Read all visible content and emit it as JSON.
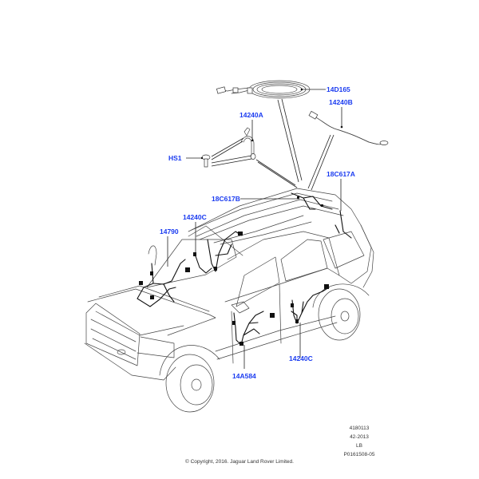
{
  "diagram": {
    "title": "Wiring harness - roof and door (Freelander 2)",
    "callouts": [
      {
        "id": "14D165",
        "label": "14D165"
      },
      {
        "id": "14240B",
        "label": "14240B"
      },
      {
        "id": "14240A",
        "label": "14240A"
      },
      {
        "id": "HS1",
        "label": "HS1"
      },
      {
        "id": "18C617A",
        "label": "18C617A"
      },
      {
        "id": "18C617B",
        "label": "18C617B"
      },
      {
        "id": "14240C-roof",
        "label": "14240C"
      },
      {
        "id": "14790",
        "label": "14790"
      },
      {
        "id": "14A584",
        "label": "14A584"
      },
      {
        "id": "14240C-door",
        "label": "14240C"
      }
    ],
    "label_color": "#1a3bf0"
  },
  "footer": {
    "ref_number": "4180113",
    "date_code": "42-2013",
    "region": "LB",
    "illustration_id": "P0161508-05",
    "copyright": "© Copyright, 2016. Jaguar Land Rover Limited."
  }
}
